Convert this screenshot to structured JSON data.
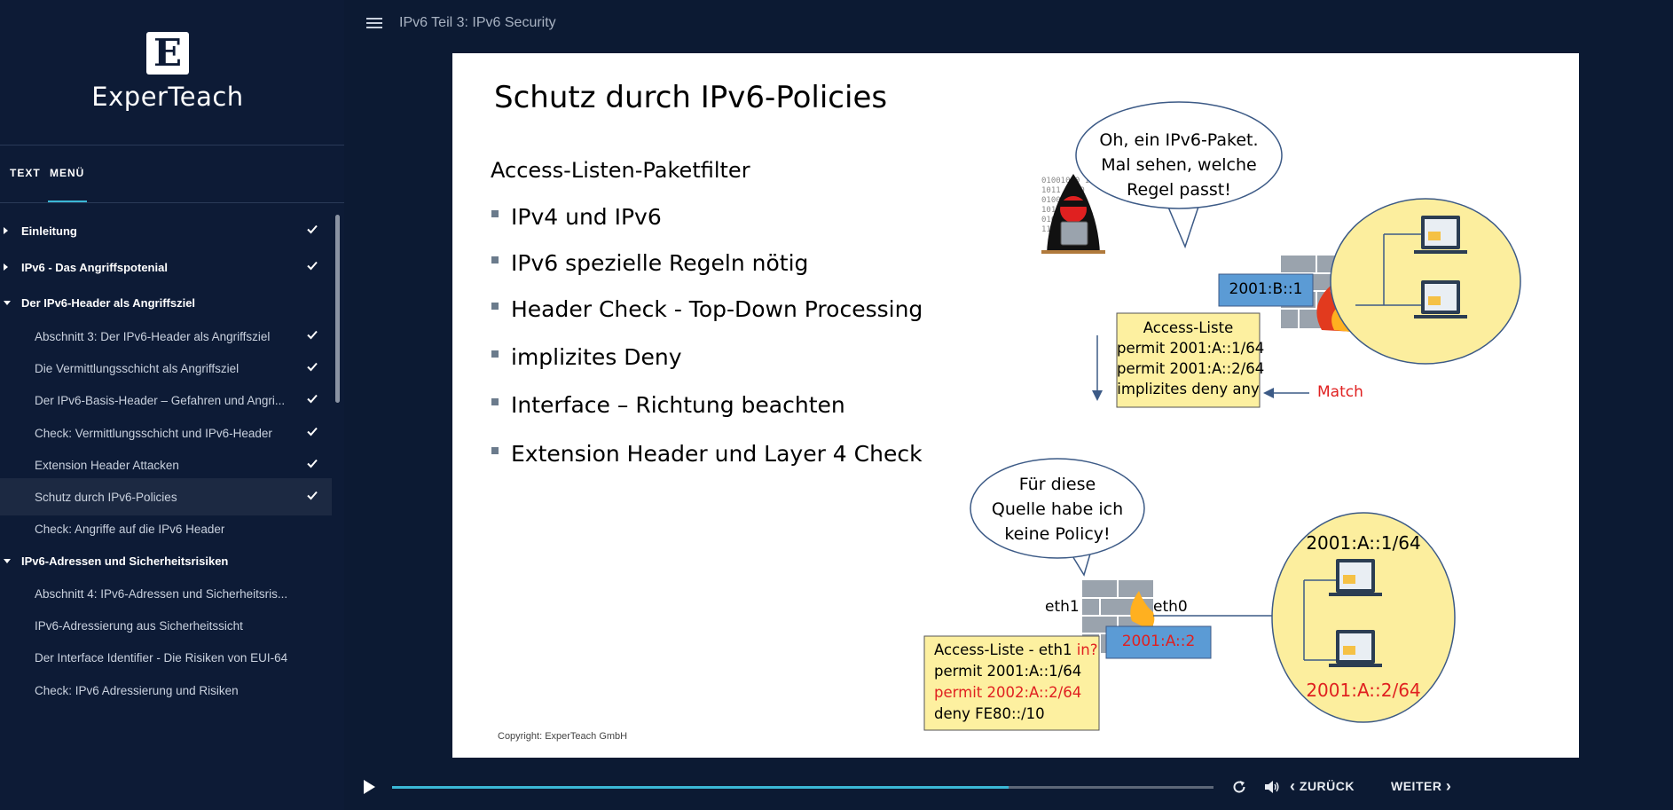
{
  "brand": {
    "logo_letter": "E",
    "name": "ExperTeach"
  },
  "sidebar": {
    "tabs": [
      "TEXT",
      "MENÜ"
    ],
    "items": [
      {
        "label": "Einleitung",
        "type": "section",
        "expanded": false,
        "done": true
      },
      {
        "label": "IPv6 - Das Angriffspotenial",
        "type": "section",
        "expanded": false,
        "done": true
      },
      {
        "label": "Der IPv6-Header als Angriffsziel",
        "type": "section",
        "expanded": true,
        "done": false
      },
      {
        "label": "Abschnitt 3: Der IPv6-Header als Angriffsziel",
        "type": "lesson",
        "done": true
      },
      {
        "label": "Die Vermittlungsschicht als Angriffsziel",
        "type": "lesson",
        "done": true
      },
      {
        "label": "Der IPv6-Basis-Header – Gefahren und Angri...",
        "type": "lesson",
        "done": true
      },
      {
        "label": "Check: Vermittlungsschicht und IPv6-Header",
        "type": "lesson",
        "done": true
      },
      {
        "label": "Extension Header Attacken",
        "type": "lesson",
        "done": true
      },
      {
        "label": "Schutz durch IPv6-Policies",
        "type": "lesson",
        "done": true,
        "active": true
      },
      {
        "label": "Check: Angriffe auf die IPv6 Header",
        "type": "lesson",
        "done": false
      },
      {
        "label": "IPv6-Adressen und Sicherheitsrisiken",
        "type": "section",
        "expanded": true,
        "done": false
      },
      {
        "label": "Abschnitt 4: IPv6-Adressen und Sicherheitsris...",
        "type": "lesson",
        "done": false
      },
      {
        "label": "IPv6-Adressierung aus Sicherheitssicht",
        "type": "lesson",
        "done": false
      },
      {
        "label": "Der Interface Identifier - Die Risiken von EUI-64",
        "type": "lesson",
        "done": false
      },
      {
        "label": "Check: IPv6 Adressierung und Risiken",
        "type": "lesson",
        "done": false
      }
    ]
  },
  "header": {
    "title": "IPv6 Teil 3: IPv6 Security"
  },
  "slide": {
    "title": "Schutz durch IPv6-Policies",
    "subtitle": "Access-Listen-Paketfilter",
    "bullets": [
      "IPv4 und IPv6",
      "IPv6 spezielle Regeln nötig",
      "Header Check - Top-Down Processing",
      "implizites Deny",
      "Interface – Richtung beachten",
      "Extension Header und Layer 4 Check"
    ],
    "bubble_top": [
      "Oh, ein IPv6-Paket.",
      "Mal sehen, welche",
      "Regel passt!"
    ],
    "top_fw_addr": "2001:B::1",
    "acl_top": {
      "title": "Access-Liste",
      "lines": [
        "permit 2001:A::1/64",
        "permit 2001:A::2/64",
        "implizites deny any"
      ]
    },
    "match_label": "Match",
    "bubble_bottom": [
      "Für diese",
      "Quelle habe ich",
      "keine Policy!"
    ],
    "eth1": "eth1",
    "eth0": "eth0",
    "bottom_fw_addr": "2001:A::2",
    "acl_bottom": {
      "title": "Access-Liste - eth1",
      "title_suffix": "in?",
      "lines": [
        "permit 2001:A::1/64",
        "permit 2002:A::2/64",
        "deny FE80::/10"
      ]
    },
    "host_top_addr": "2001:A::1/64",
    "host_bottom_addr": "2001:A::2/64",
    "copyright": "Copyright: ExperTeach GmbH",
    "colors": {
      "ellipse": "#fcee9e",
      "acl_box": "#fdf0a0",
      "addr_box": "#5b9bd5",
      "red": "#e02020"
    }
  },
  "player": {
    "progress": 0.75,
    "back_label": "ZURÜCK",
    "next_label": "WEITER",
    "accent": "#3bb8d6"
  }
}
